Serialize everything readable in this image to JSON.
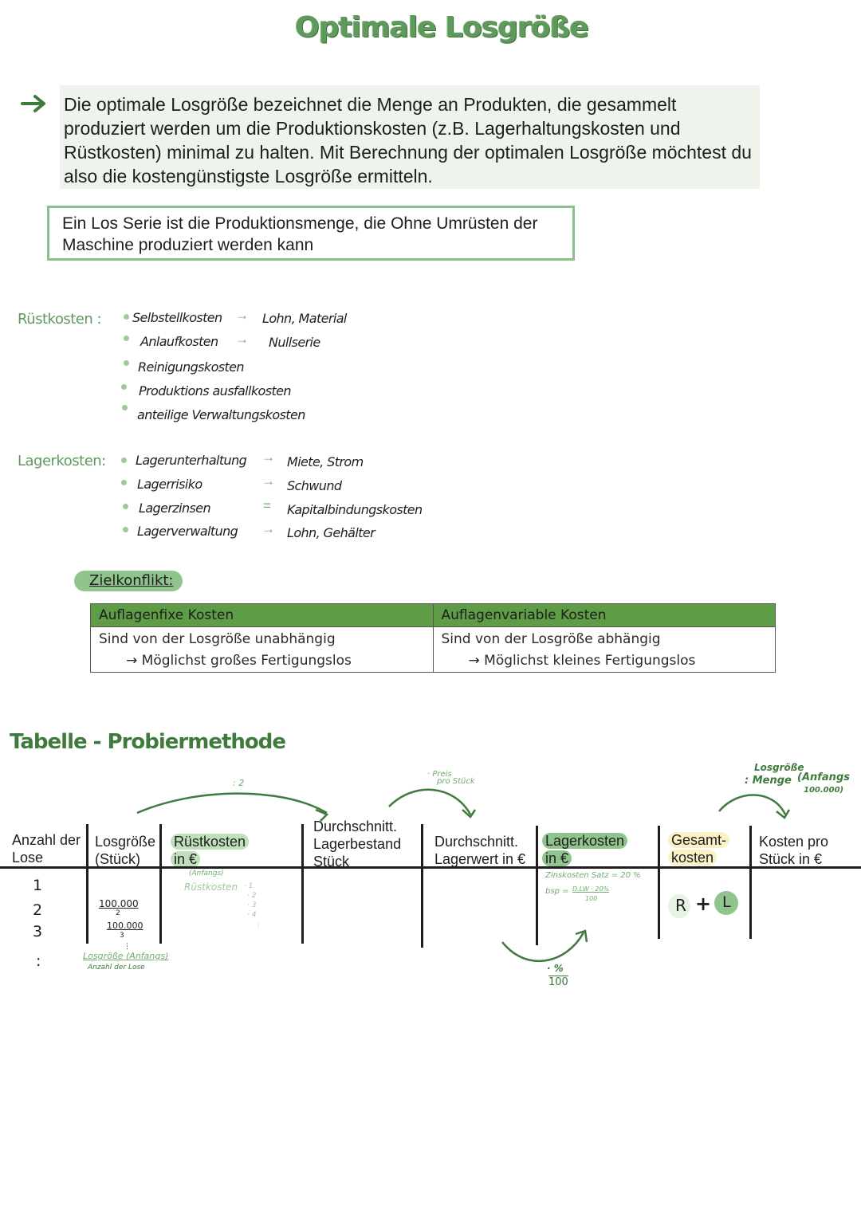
{
  "title": "Optimale Losgröße",
  "intro": "Die optimale Losgröße bezeichnet die Menge an Produkten, die gesammelt produziert werden um die Produktionskosten (z.B. Lagerhaltungskosten und Rüstkosten) minimal zu halten. Mit Berechnung der optimalen Losgröße möchtest du also die kostengünstigste Losgröße ermitteln.",
  "definition": "Ein Los Serie ist die Produktionsmenge, die Ohne Umrüsten der Maschine produziert werden kann",
  "ruestkosten": {
    "label": "Rüstkosten :",
    "items": [
      {
        "name": "Selbstellkosten",
        "sep": "→",
        "detail": "Lohn, Material"
      },
      {
        "name": "Anlaufkosten",
        "sep": "→",
        "detail": "Nullserie"
      },
      {
        "name": "Reinigungskosten",
        "sep": "",
        "detail": ""
      },
      {
        "name": "Produktions ausfallkosten",
        "sep": "",
        "detail": ""
      },
      {
        "name": "anteilige Verwaltungskosten",
        "sep": "",
        "detail": ""
      }
    ]
  },
  "lagerkosten": {
    "label": "Lagerkosten:",
    "items": [
      {
        "name": "Lagerunterhaltung",
        "sep": "→",
        "detail": "Miete, Strom"
      },
      {
        "name": "Lagerrisiko",
        "sep": "→",
        "detail": "Schwund"
      },
      {
        "name": "Lagerzinsen",
        "sep": "=",
        "detail": "Kapitalbindungskosten"
      },
      {
        "name": "Lagerverwaltung",
        "sep": "→",
        "detail": "Lohn, Gehälter"
      }
    ]
  },
  "zielkonflikt": {
    "label": "Zielkonflikt:",
    "headers": [
      "Auflagenfixe Kosten",
      "Auflagenvariable Kosten"
    ],
    "row1": [
      "Sind von der Losgröße unabhängig",
      "Sind von der Losgröße abhängig"
    ],
    "row2": [
      "→  Möglichst großes Fertigungslos",
      "→  Möglichst kleines Fertigungslos"
    ]
  },
  "table_title": "Tabelle - Probiermethode",
  "columns": {
    "c1a": "Anzahl der",
    "c1b": "Lose",
    "c2a": "Losgröße",
    "c2b": "(Stück)",
    "c3a": "Rüstkosten",
    "c3b": "in €",
    "c4a": "Durchschnitt.",
    "c4b": "Lagerbestand",
    "c4c": "Stück",
    "c5a": "Durchschnitt.",
    "c5b": "Lagerwert in €",
    "c6a": "Lagerkosten",
    "c6b": "in €",
    "c7a": "Gesamt-",
    "c7b": "kosten",
    "c8a": "Kosten pro",
    "c8b": "Stück in €"
  },
  "annotations": {
    "div2": ": 2",
    "preis": "· Preis",
    "pro_stueck": "pro Stück",
    "losgroesse_top": "Losgröße",
    "menge": ": Menge",
    "anfangs_top": "(Anfangs",
    "anfangs_num": "100.000)",
    "rows": [
      "1",
      "2",
      "3",
      ":"
    ],
    "los_100000_a": "100.000",
    "los_div_2": "2",
    "los_100000_b": "100.000",
    "los_div_3": "3",
    "los_dots": "⋮",
    "formula_top": "Losgröße (Anfangs)",
    "formula_bottom": "Anzahl der Lose",
    "anfangs_small": "(Anfangs)",
    "ruest_label": "Rüstkosten",
    "ruest_mult": [
      "· 1",
      "· 2",
      "· 3",
      "· 4",
      "⋮"
    ],
    "zins": "Zinskosten Satz = 20 %",
    "bsp_label": "bsp =",
    "bsp_num": "D.LW · 20%",
    "bsp_den": "100",
    "r": "R",
    "plus": "+",
    "l": "L",
    "pct_top": "· %",
    "pct_bottom": "100"
  }
}
